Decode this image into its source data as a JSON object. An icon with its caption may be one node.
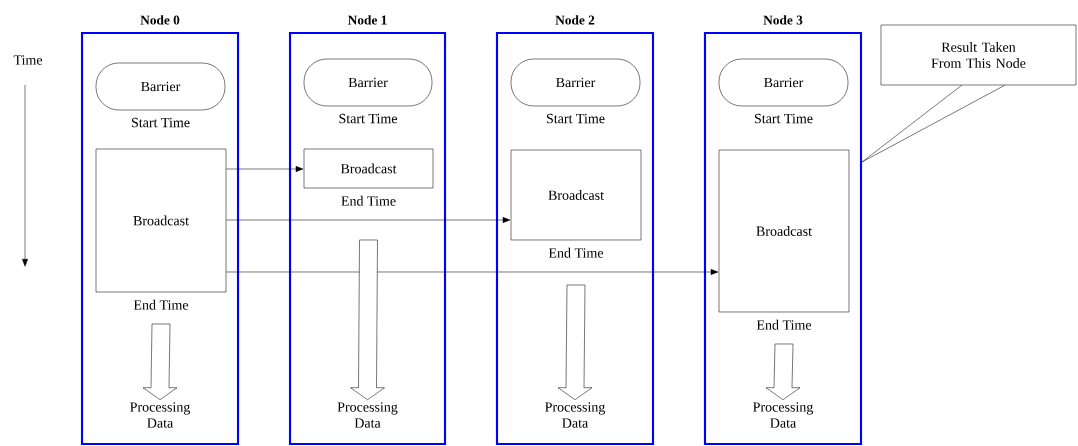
{
  "diagram": {
    "nodes": [
      {
        "text": [
          "Node 0"
        ]
      },
      {
        "text": [
          "Barrier"
        ],
        "in": 0,
        "beside": [
          "Start Time"
        ]
      },
      {
        "text": [
          "Broadcast"
        ],
        "in": 0,
        "beside": [
          "End Time"
        ]
      },
      {
        "text": [
          "Processing Data"
        ],
        "in": 0
      },
      {
        "text": [
          "Node 1"
        ]
      },
      {
        "text": [
          "Barrier"
        ],
        "in": 4,
        "beside": [
          "Start Time"
        ]
      },
      {
        "text": [
          "Broadcast"
        ],
        "in": 4,
        "beside": [
          "End Time"
        ]
      },
      {
        "text": [
          "Processing Data"
        ],
        "in": 4
      },
      {
        "text": [
          "Node 2"
        ]
      },
      {
        "text": [
          "Barrier"
        ],
        "in": 8,
        "beside": [
          "Start Time"
        ]
      },
      {
        "text": [
          "Broadcast"
        ],
        "in": 8,
        "beside": [
          "End Time"
        ]
      },
      {
        "text": [
          "Processing Data"
        ],
        "in": 8
      },
      {
        "text": [
          "Node 3"
        ]
      },
      {
        "text": [
          "Barrier"
        ],
        "in": 12,
        "beside": [
          "Start Time"
        ]
      },
      {
        "text": [
          "Broadcast"
        ],
        "in": 12,
        "beside": [
          "End Time"
        ]
      },
      {
        "text": [
          "Processing Data"
        ],
        "in": 12
      },
      {
        "text": [
          "Result Taken From This Node"
        ]
      }
    ],
    "edges": [
      {
        "from": 2,
        "to": 6,
        "arrow": "to"
      },
      {
        "from": 2,
        "to": 10,
        "arrow": "to"
      },
      {
        "from": 2,
        "to": 14,
        "arrow": "to"
      },
      {
        "from": 2,
        "to": 3,
        "arrow": "to",
        "style": "thick"
      },
      {
        "from": 6,
        "to": 7,
        "arrow": "to",
        "style": "thick"
      },
      {
        "from": 10,
        "to": 11,
        "arrow": "to",
        "style": "thick"
      },
      {
        "from": 14,
        "to": 15,
        "arrow": "to",
        "style": "thick"
      },
      {
        "from": 16,
        "to": 12,
        "arrow": "none"
      }
    ],
    "labels": [
      "Time"
    ]
  }
}
